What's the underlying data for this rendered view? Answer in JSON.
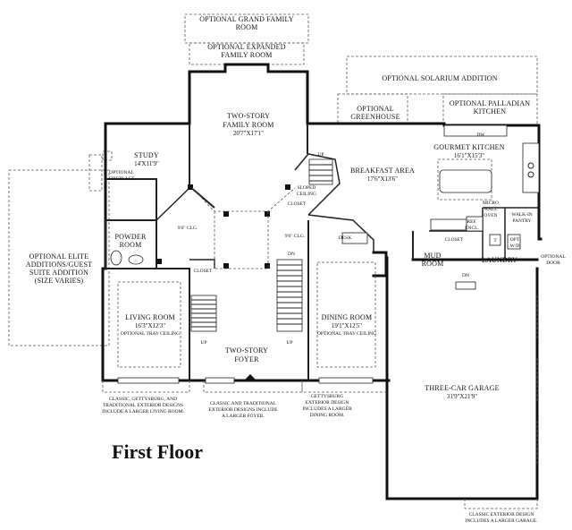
{
  "title": "First Floor",
  "rooms": {
    "grand_family": [
      "OPTIONAL GRAND FAMILY",
      "ROOM"
    ],
    "expanded_family": [
      "OPTIONAL EXPANDED",
      "FAMILY ROOM"
    ],
    "solarium": "OPTIONAL SOLARIUM ADDITION",
    "greenhouse": [
      "OPTIONAL",
      "GREENHOUSE"
    ],
    "palladian": [
      "OPTIONAL PALLADIAN",
      "KITCHEN"
    ],
    "family_room": [
      "TWO-STORY",
      "FAMILY ROOM"
    ],
    "family_room_dim": "20'7\"X17'1\"",
    "study": "STUDY",
    "study_dim": "14'X11'9\"",
    "optional_fireplace": [
      "OPTIONAL",
      "FIREPLACE"
    ],
    "guest_suite": [
      "OPTIONAL ELITE",
      "ADDITIONS/GUEST",
      "SUITE ADDITION",
      "(SIZE VARIES)"
    ],
    "kitchen": "GOURMET KITCHEN",
    "kitchen_dim": "16'1\"X15'3\"",
    "breakfast": "BREAKFAST AREA",
    "breakfast_dim": "17'6\"X13'6\"",
    "dw": "DW",
    "up_stair": "UP",
    "sloped_ceiling": [
      "SLOPED",
      "CEILING"
    ],
    "closet_upper": "CLOSET",
    "micro_wall_oven": [
      "MICRO",
      "WALL",
      "OVEN"
    ],
    "ref_encl": [
      "REF.",
      "ENCL."
    ],
    "walk_in_pantry": [
      "WALK-IN",
      "PANTRY"
    ],
    "clg_left": "9'6\" CLG.",
    "clg_right": "9'6\" CLG.",
    "desk": "DESK",
    "powder": [
      "POWDER",
      "ROOM"
    ],
    "closet_foyer": "CLOSET",
    "closet_mud": "CLOSET",
    "t_label": "T",
    "opt_wd": [
      "OPT",
      "W/D"
    ],
    "optional_door": [
      "OPTIONAL",
      "DOOR"
    ],
    "mud_room": [
      "MUD",
      "ROOM"
    ],
    "laundry": "LAUNDRY",
    "dn_stair": "DN",
    "dn_garage": "DN",
    "living_room": "LIVING ROOM",
    "living_dim": "16'3\"X12'3\"",
    "tray_living": "OPTIONAL TRAY CEILING",
    "dining_room": "DINING ROOM",
    "dining_dim": "19'1\"X12'5\"",
    "tray_dining": "OPTIONAL TRAY CEILING",
    "foyer": [
      "TWO-STORY",
      "FOYER"
    ],
    "up_left": "UP",
    "up_right": "UP",
    "garage": "THREE-CAR GARAGE",
    "garage_dim": "31'9\"X21'9\""
  },
  "notes": {
    "living": [
      "CLASSIC, GETTYSBURG, AND",
      "TRADITIONAL EXTERIOR DESIGNS",
      "INCLUDE A LARGER LIVING ROOM."
    ],
    "foyer": [
      "CLASSIC AND TRADITIONAL",
      "EXTERIOR DESIGNS INCLUDE",
      "A LARGER FOYER."
    ],
    "dining": [
      "GETTYSBURG",
      "EXTERIOR DESIGN",
      "INCLUDES A LARGER",
      "DINING ROOM."
    ],
    "garage": [
      "CLASSIC EXTERIOR DESIGN",
      "INCLUDES A LARGER GARAGE."
    ]
  }
}
